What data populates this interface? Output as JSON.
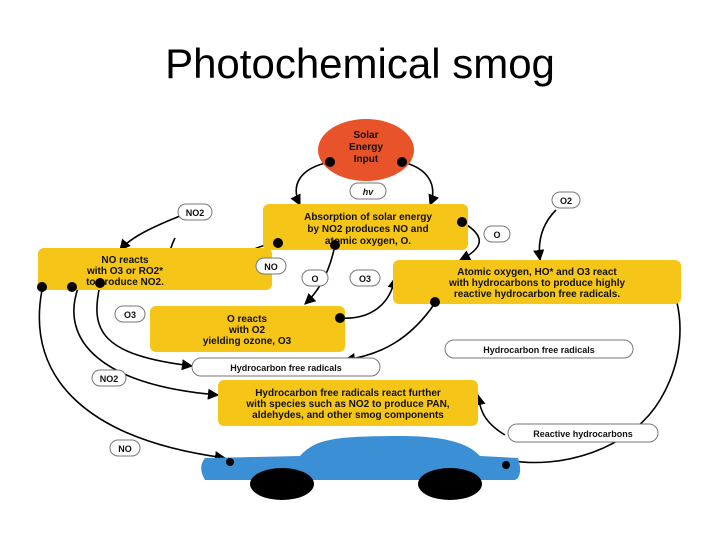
{
  "title": "Photochemical smog",
  "colors": {
    "box": "#f5c518",
    "sun": "#e8532a",
    "car": "#3b8fd4",
    "arrow": "#000000",
    "pill": "#ffffff"
  },
  "nodes": {
    "solar": [
      "Solar",
      "Energy",
      "Input"
    ],
    "hv": "hv",
    "absorption": [
      "Absorption of solar energy",
      "by NO2 produces NO and",
      "atomic oxygen, O."
    ],
    "no_reacts": [
      "NO reacts",
      "with O3 or RO2*",
      "to produce NO2."
    ],
    "atomic": [
      "Atomic oxygen, HO* and O3 react",
      "with hydrocarbons to produce highly",
      "reactive hydrocarbon free radicals."
    ],
    "o_reacts": [
      "O reacts",
      "with O2",
      "yielding ozone, O3"
    ],
    "hc_further": [
      "Hydrocarbon free radicals react further",
      "with species such as NO2 to produce PAN,",
      "aldehydes, and other smog components"
    ]
  },
  "pills": {
    "hc_free_left": "Hydrocarbon free radicals",
    "hc_free_right": "Hydrocarbon free radicals",
    "reactive_hc": "Reactive hydrocarbons"
  },
  "labels": {
    "no2_top": "NO2",
    "o2_top": "O2",
    "o_right": "O",
    "no_mid": "NO",
    "o_mid": "O",
    "o3_mid": "O3",
    "o3_left": "O3",
    "no2_left": "NO2",
    "no_bottom": "NO"
  }
}
